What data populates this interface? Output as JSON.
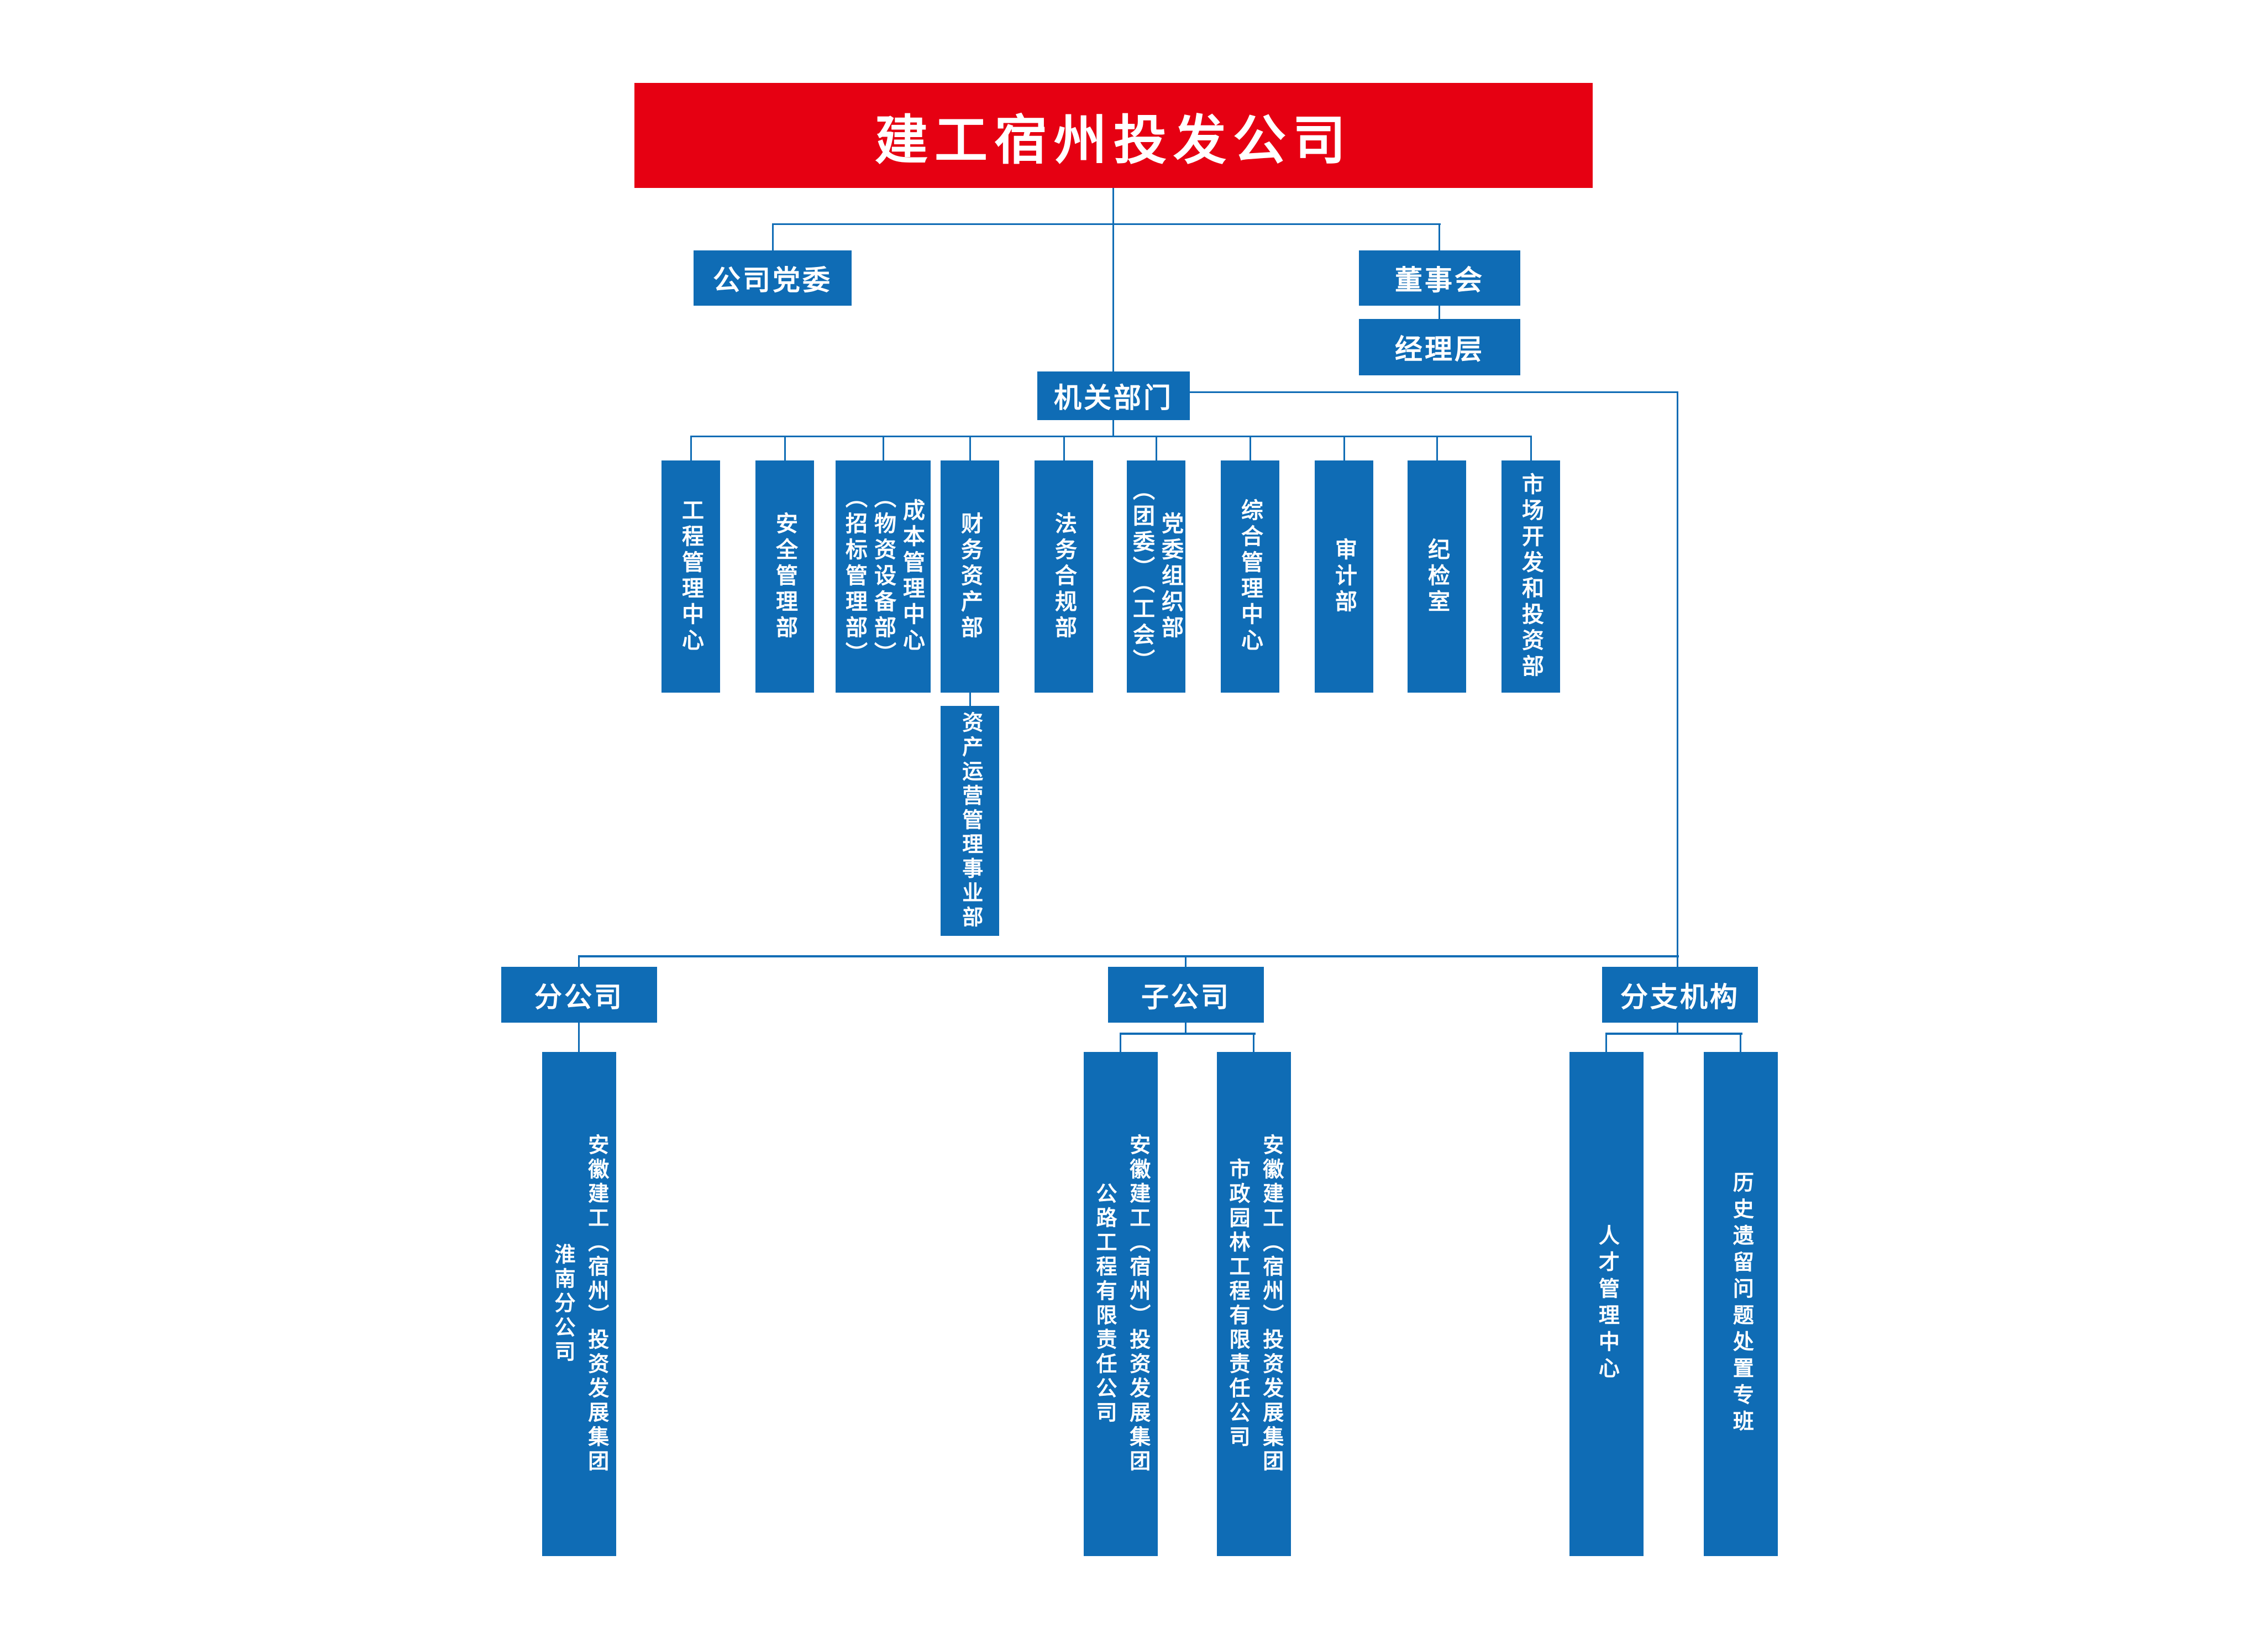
{
  "colors": {
    "red": "#e60012",
    "blue": "#0f6cb5",
    "white": "#ffffff"
  },
  "root": {
    "title": "建工宿州投发公司"
  },
  "level2": {
    "party_committee": "公司党委",
    "board": "董事会",
    "management": "经理层"
  },
  "organ": {
    "label": "机关部门"
  },
  "departments": [
    {
      "label": "工程管理中心"
    },
    {
      "label": "安全管理部"
    },
    {
      "label": "成本管理中心\n（物资设备部）\n（招标管理部）"
    },
    {
      "label": "财务资产部"
    },
    {
      "label": "法务合规部"
    },
    {
      "label": "党委组织部\n（团委）（工会）"
    },
    {
      "label": "综合管理中心"
    },
    {
      "label": "审计部"
    },
    {
      "label": "纪检室"
    },
    {
      "label": "市场开发和投资部"
    }
  ],
  "asset_division": {
    "label": "资产运营管理事业部"
  },
  "tiers": {
    "branch_company": "分公司",
    "subsidiary": "子公司",
    "branch_institution": "分支机构"
  },
  "bottom_units": [
    {
      "label": "安徽建工（宿州）投资发展集团\n淮南分公司"
    },
    {
      "label": "安徽建工（宿州）投资发展集团\n公路工程有限责任公司"
    },
    {
      "label": "安徽建工（宿州）投资发展集团\n市政园林工程有限责任公司"
    },
    {
      "label": "人才管理中心"
    },
    {
      "label": "历史遗留问题处置专班"
    }
  ]
}
